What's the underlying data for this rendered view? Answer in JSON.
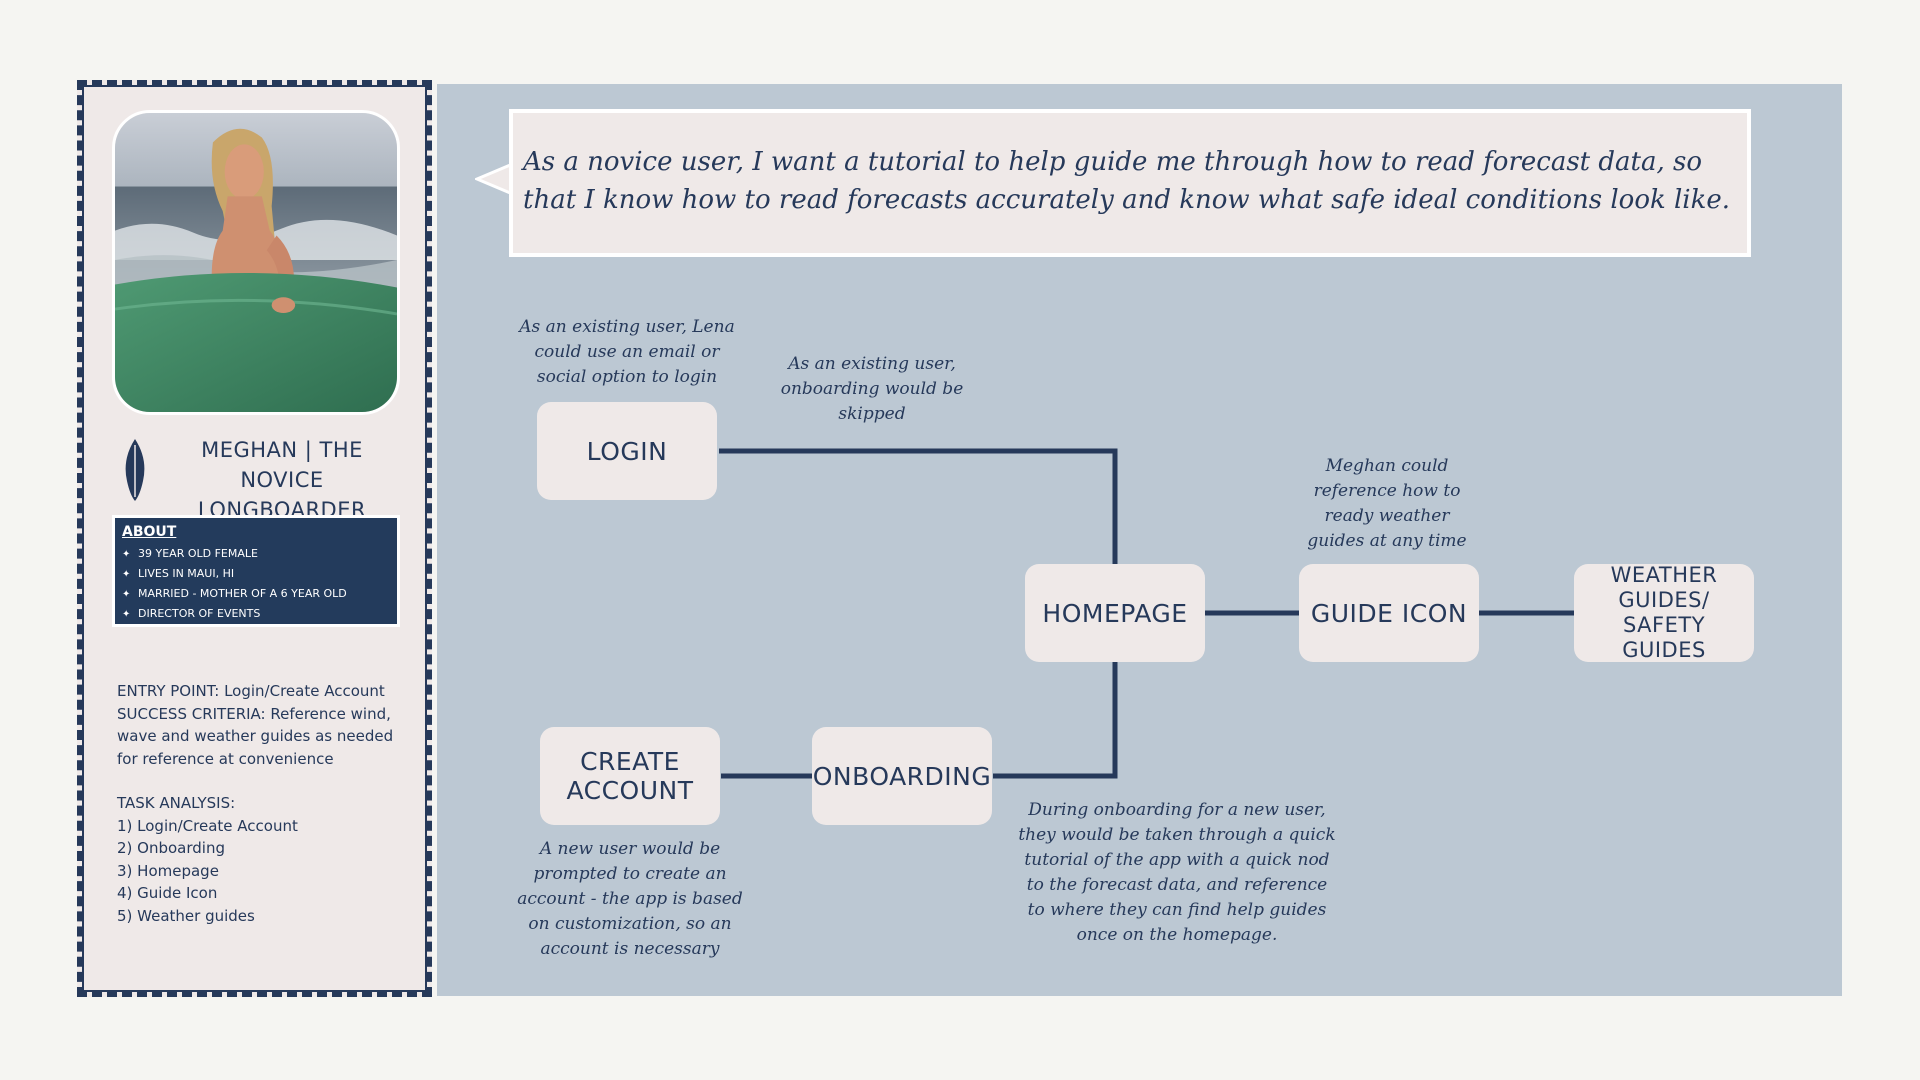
{
  "persona": {
    "name": "MEGHAN | THE NOVICE LONGBOARDER",
    "about_title": "ABOUT",
    "about_items": [
      "39 YEAR OLD FEMALE",
      "LIVES IN MAUI, HI",
      "MARRIED - MOTHER OF A 6 YEAR OLD",
      "DIRECTOR OF EVENTS"
    ],
    "entry_point": "ENTRY POINT: Login/Create Account",
    "success_criteria": "SUCCESS CRITERIA: Reference wind, wave and weather guides as needed for reference at convenience",
    "task_analysis_title": "TASK ANALYSIS:",
    "tasks": [
      "1) Login/Create Account",
      "2) Onboarding",
      "3) Homepage",
      "4) Guide Icon",
      "5) Weather guides"
    ]
  },
  "user_story": "As a novice user, I want a tutorial to help guide me through how to read forecast data, so that I know how to read forecasts accurately and know what safe ideal conditions look like.",
  "nodes": {
    "login": "LOGIN",
    "create_account": "CREATE ACCOUNT",
    "onboarding": "ONBOARDING",
    "homepage": "HOMEPAGE",
    "guide_icon": "GUIDE ICON",
    "weather_guides": "WEATHER GUIDES/ SAFETY GUIDES"
  },
  "notes": {
    "login": "As an existing user, Lena could use an email or social option to login",
    "skip_onboarding": "As an existing user, onboarding would be skipped",
    "guide_icon": "Meghan could reference how to ready weather guides at any time",
    "create_account": "A new user would be prompted to create an account - the app is based on customization, so an account is necessary",
    "onboarding": "During onboarding for a new user, they would be taken through a quick tutorial of the app with a quick nod to the forecast data, and reference to where they can find help guides once on the homepage."
  },
  "colors": {
    "navy": "#26395a",
    "panel": "#efe9e8",
    "diagram_bg": "#bcc8d3",
    "page_bg": "#f5f5f2"
  }
}
